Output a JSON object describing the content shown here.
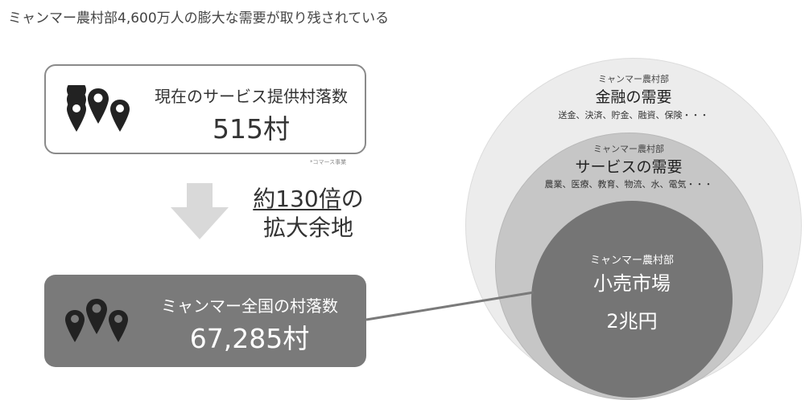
{
  "title": "ミャンマー農村部4,600万人の膨大な需要が取り残されている",
  "current": {
    "label": "現在のサービス提供村落数",
    "value": "515村",
    "footnote": "*コマース事業"
  },
  "expansion": {
    "line1": "約130倍",
    "line1_suffix": "の",
    "line2": "拡大余地"
  },
  "total": {
    "label": "ミャンマー全国の村落数",
    "value": "67,285村"
  },
  "circles": {
    "outer": {
      "region": "ミャンマー農村部",
      "title": "金融の需要",
      "items": "送金、決済、貯金、融資、保険・・・"
    },
    "middle": {
      "region": "ミャンマー農村部",
      "title": "サービスの需要",
      "items": "農業、医療、教育、物流、水、電気・・・"
    },
    "inner": {
      "region": "ミャンマー農村部",
      "title": "小売市場",
      "value": "2兆円"
    }
  },
  "colors": {
    "dark_gray": "#7a7a7a",
    "inner_circle": "#757575",
    "mid_circle": "#c6c6c6",
    "outer_circle": "#ececec",
    "arrow": "#d9d9d9"
  },
  "icons": {
    "location": "location-pins-icon",
    "arrow": "down-arrow-icon"
  }
}
